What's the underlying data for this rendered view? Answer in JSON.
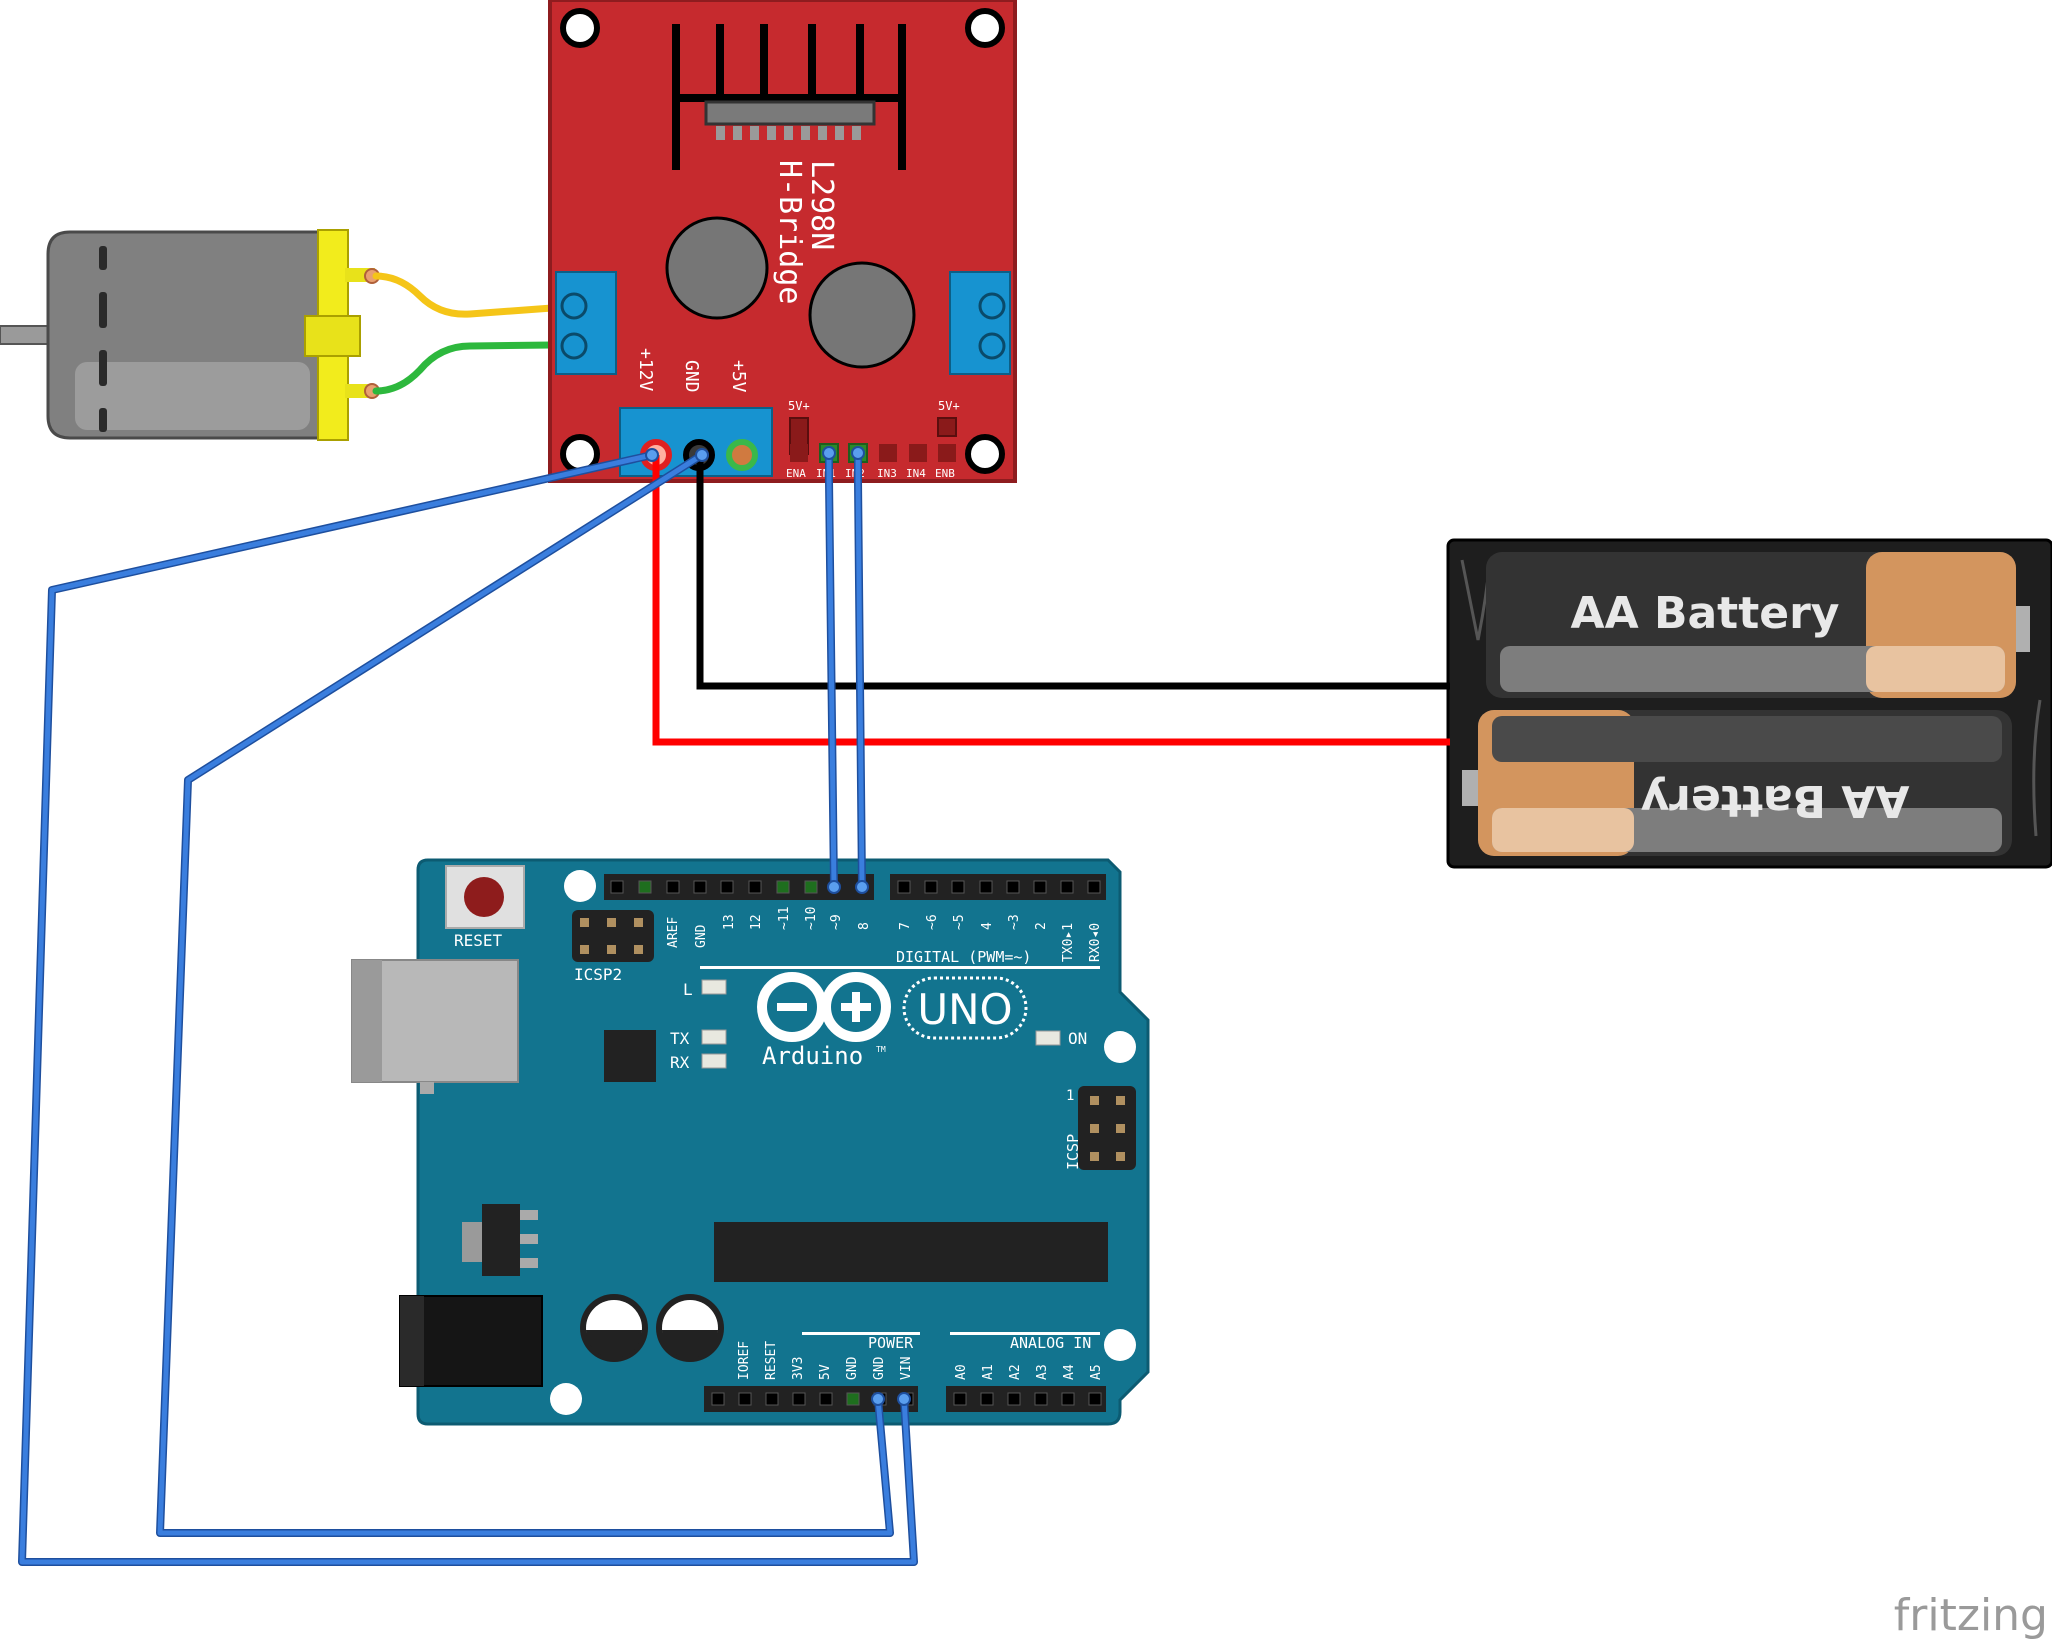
{
  "h_bridge": {
    "title_line1": "L298N",
    "title_line2": "H-Bridge",
    "power_labels": [
      "+12V",
      "GND",
      "+5V"
    ],
    "logic_labels": [
      "ENA",
      "IN1",
      "IN2",
      "IN3",
      "IN4",
      "ENB"
    ],
    "jumper_labels": [
      "5V+",
      "5V+"
    ],
    "color": "#c62a2e"
  },
  "battery": {
    "cell_label_top": "AA Battery",
    "cell_label_bottom": "AA Battery"
  },
  "arduino": {
    "reset_label": "RESET",
    "icsp2_label": "ICSP2",
    "icsp_label": "ICSP",
    "icsp_pin1": "1",
    "digital_label": "DIGITAL (PWM=~)",
    "power_header_label": "POWER",
    "analog_header_label": "ANALOG IN",
    "logo_text": "Arduino",
    "logo_tm": "TM",
    "uno_text": "UNO",
    "led_labels": {
      "l": "L",
      "tx": "TX",
      "rx": "RX",
      "on": "ON"
    },
    "digital_pins_left": [
      "AREF",
      "GND",
      "13",
      "12",
      "~11",
      "~10",
      "~9",
      "8"
    ],
    "digital_pins_right": [
      "7",
      "~6",
      "~5",
      "4",
      "~3",
      "2",
      "TX0▸1",
      "RX0◂0"
    ],
    "power_pins": [
      "IOREF",
      "RESET",
      "3V3",
      "5V",
      "GND",
      "GND",
      "VIN"
    ],
    "analog_pins": [
      "A0",
      "A1",
      "A2",
      "A3",
      "A4",
      "A5"
    ],
    "color": "#12748f"
  },
  "wire_colors": {
    "signal": "#2f6fd0",
    "positive": "#ff0000",
    "ground": "#000000",
    "motor_a": "#f5c518",
    "motor_b": "#2db83d"
  },
  "watermark": "fritzing"
}
